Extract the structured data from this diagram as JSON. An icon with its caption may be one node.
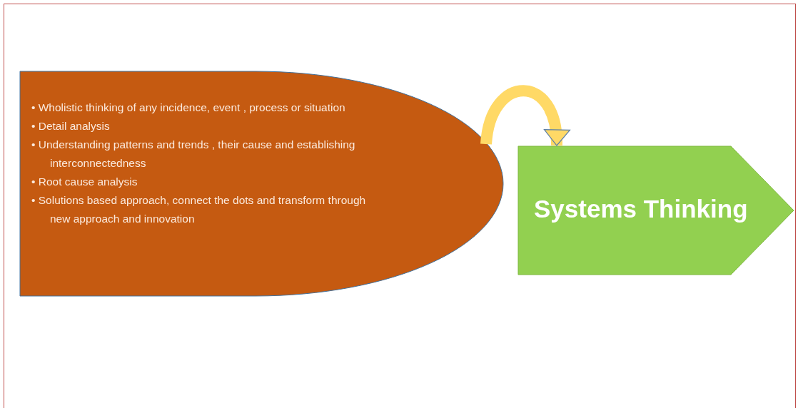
{
  "diagram": {
    "nodes": [
      {
        "text": [
          "• Wholistic thinking of any incidence, event , process or situation",
          "• Detail analysis",
          "• Understanding patterns and trends , their cause and establishing interconnectedness",
          "• Root cause analysis",
          "• Solutions based approach, connect the dots and transform through new approach and innovation"
        ]
      },
      {
        "text": [
          "Systems Thinking"
        ]
      }
    ],
    "edges": [
      {
        "from": 0,
        "to": 1,
        "arrow": "to"
      }
    ]
  }
}
